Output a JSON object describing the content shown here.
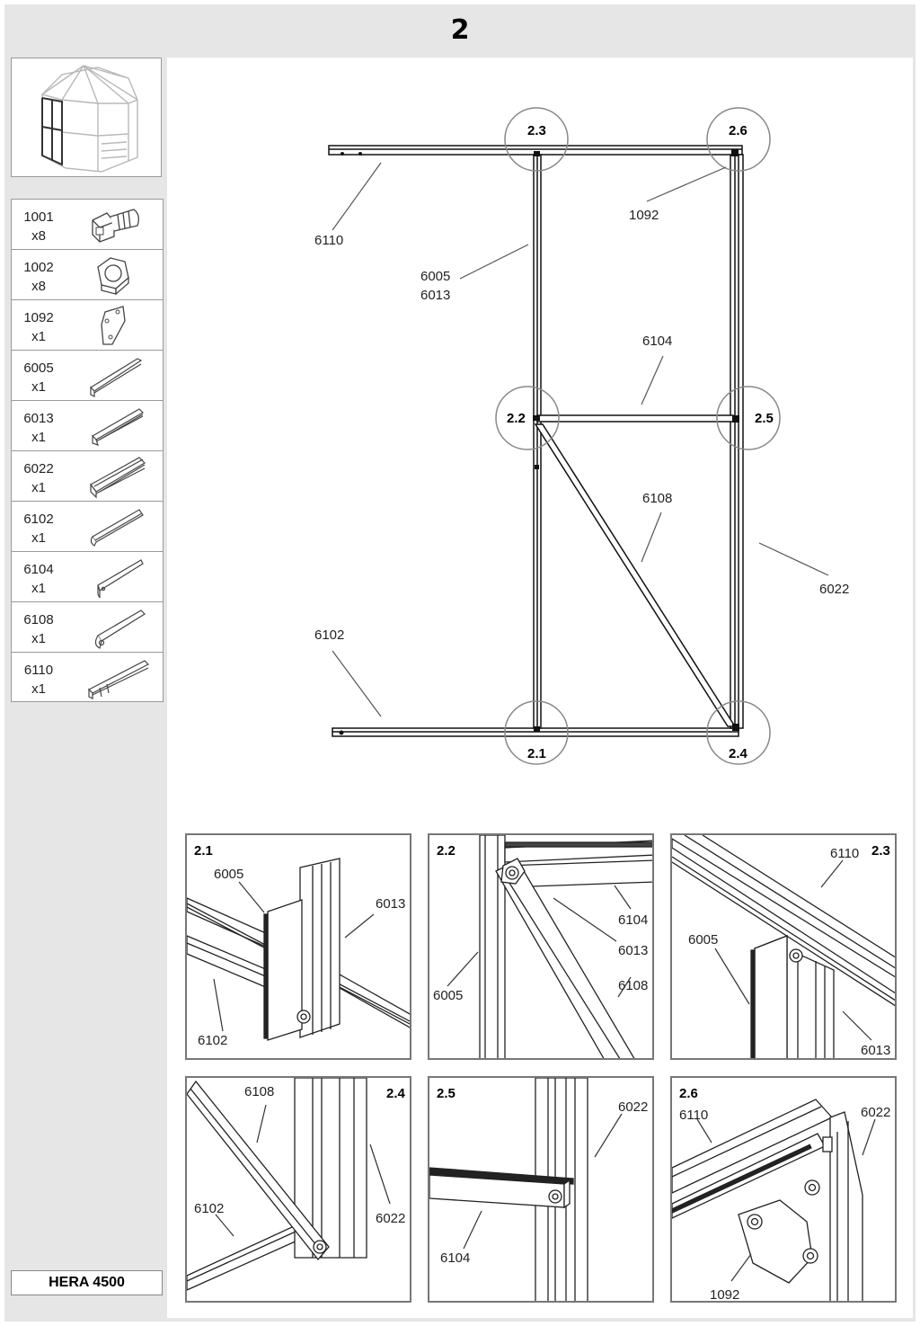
{
  "header": {
    "step": "2"
  },
  "parts": [
    {
      "code": "1001",
      "qty": "x8",
      "icon": "bolt-icon"
    },
    {
      "code": "1002",
      "qty": "x8",
      "icon": "nut-icon"
    },
    {
      "code": "1092",
      "qty": "x1",
      "icon": "bracket-plate-icon"
    },
    {
      "code": "6005",
      "qty": "x1",
      "icon": "profile-icon"
    },
    {
      "code": "6013",
      "qty": "x1",
      "icon": "profile-icon"
    },
    {
      "code": "6022",
      "qty": "x1",
      "icon": "profile-icon"
    },
    {
      "code": "6102",
      "qty": "x1",
      "icon": "profile-icon"
    },
    {
      "code": "6104",
      "qty": "x1",
      "icon": "profile-icon"
    },
    {
      "code": "6108",
      "qty": "x1",
      "icon": "profile-icon"
    },
    {
      "code": "6110",
      "qty": "x1",
      "icon": "profile-icon"
    }
  ],
  "model": "HERA 4500",
  "main_diagram": {
    "labels": {
      "p6110": "6110",
      "p1092": "1092",
      "p6005": "6005",
      "p6013": "6013",
      "p6104": "6104",
      "p6108": "6108",
      "p6022": "6022",
      "p6102": "6102"
    },
    "callouts": {
      "c21": "2.1",
      "c22": "2.2",
      "c23": "2.3",
      "c24": "2.4",
      "c25": "2.5",
      "c26": "2.6"
    }
  },
  "details": {
    "d21": {
      "title": "2.1",
      "labels": [
        "6005",
        "6013",
        "6102"
      ]
    },
    "d22": {
      "title": "2.2",
      "labels": [
        "6104",
        "6013",
        "6005",
        "6108"
      ]
    },
    "d23": {
      "title": "2.3",
      "labels": [
        "6110",
        "6005",
        "6013"
      ]
    },
    "d24": {
      "title": "2.4",
      "labels": [
        "6108",
        "6102",
        "6022"
      ]
    },
    "d25": {
      "title": "2.5",
      "labels": [
        "6022",
        "6104"
      ]
    },
    "d26": {
      "title": "2.6",
      "labels": [
        "6110",
        "6022",
        "1092"
      ]
    }
  }
}
